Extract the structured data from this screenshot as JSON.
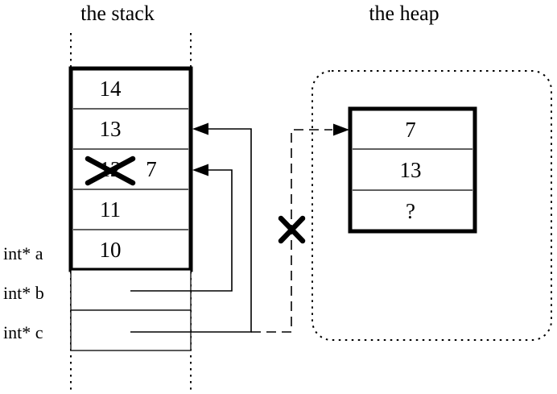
{
  "diagram": {
    "stack": {
      "title": "the stack",
      "cells": [
        {
          "value": "14",
          "crossed": false
        },
        {
          "value": "13",
          "crossed": false
        },
        {
          "value": "12",
          "crossed": true,
          "replacement": "7"
        },
        {
          "value": "11",
          "crossed": false
        },
        {
          "value": "10",
          "crossed": false
        }
      ],
      "pointer_labels": [
        {
          "label": "int* a"
        },
        {
          "label": "int* b"
        },
        {
          "label": "int* c"
        }
      ]
    },
    "heap": {
      "title": "the heap",
      "cells": [
        {
          "value": "7"
        },
        {
          "value": "13"
        },
        {
          "value": "?"
        }
      ]
    },
    "colors": {
      "ink": "#000000",
      "paper": "#ffffff"
    }
  }
}
